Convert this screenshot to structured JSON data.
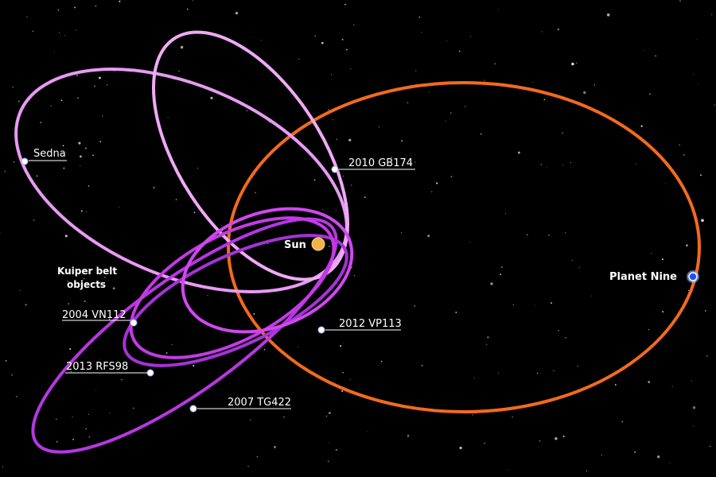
{
  "diagram": {
    "group_label_line1": "Kuiper belt",
    "group_label_line2": "objects",
    "labels": {
      "sun": "Sun",
      "planet_nine": "Planet Nine",
      "sedna": "Sedna",
      "gb174": "2010 GB174",
      "vp113": "2012 VP113",
      "vn112": "2004 VN112",
      "rfs98": "2013 RFS98",
      "tg422": "2007 TG422"
    },
    "colors": {
      "background": "#000000",
      "planet_nine_orbit": "#f26b1d",
      "light_orbits": "#e79bf2",
      "kbo_orbits": "#c33be6",
      "sun": "#f0b44a",
      "planet_nine_body": "#1f4fff"
    }
  }
}
